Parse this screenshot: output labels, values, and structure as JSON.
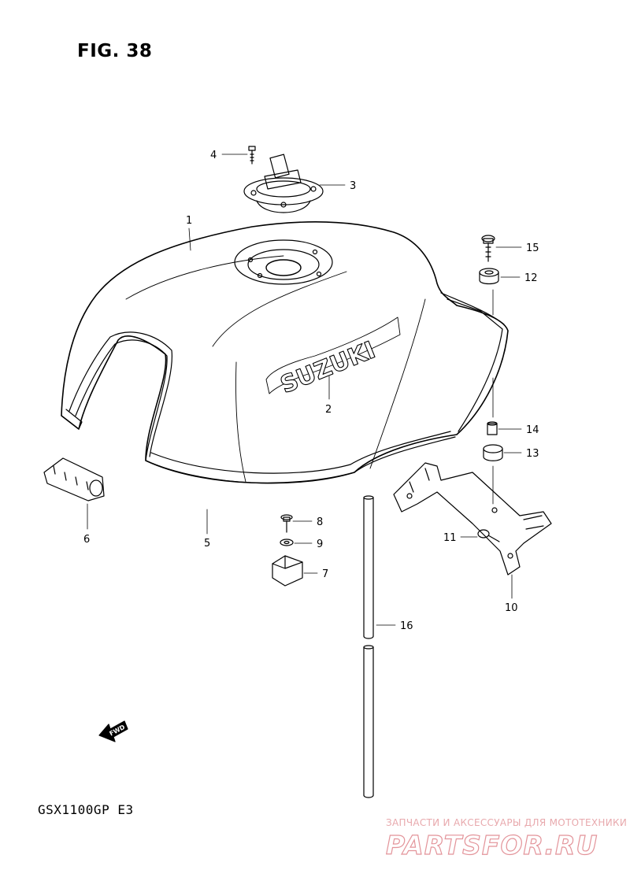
{
  "figure_title": "FIG. 38",
  "model_code": "GSX1100GP  E3",
  "tank_logo": "SUZUKI",
  "fwd_label": "FWD",
  "callouts": [
    "1",
    "2",
    "3",
    "4",
    "5",
    "6",
    "7",
    "8",
    "9",
    "10",
    "11",
    "12",
    "13",
    "14",
    "15",
    "16"
  ],
  "watermark": {
    "top_line": "ЗАПЧАСТИ И АКСЕССУАРЫ ДЛЯ МОТОТЕХНИКИ",
    "main": "PARTSFOR.RU"
  }
}
